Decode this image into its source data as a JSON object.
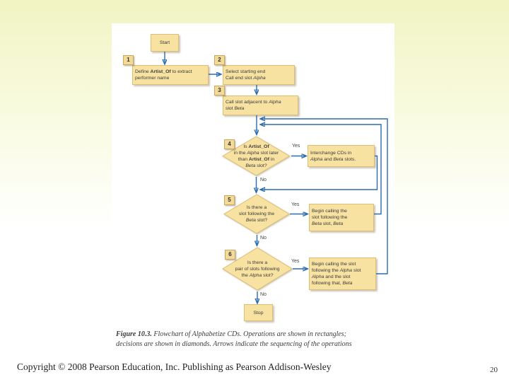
{
  "slide": {
    "footer": "Copyright © 2008 Pearson Education, Inc. Publishing as Pearson Addison-Wesley",
    "page_number": "20"
  },
  "colors": {
    "background_top": "#f1f4c3",
    "panel": "#ffffff",
    "node_fill": "#f8e2a2",
    "node_border": "#dcbe74",
    "connector_blue": "#2b6dad",
    "text": "#3a3a3a"
  },
  "figure": {
    "caption": [
      {
        "t": "Figure 10.3.",
        "s": "bi"
      },
      {
        "t": " Flowchart of Alphabetize CDs. Operations are shown in rectangles;\ndecisions are shown in diamonds. Arrows indicate the sequencing of the operations",
        "s": "i"
      }
    ],
    "flowchart": {
      "start_label": "Start",
      "stop_label": "Stop",
      "labels": {
        "yes": "Yes",
        "no": "No"
      },
      "badges": {
        "b1": "1",
        "b2": "2",
        "b3": "3",
        "b4": "4",
        "b5": "5",
        "b6": "6"
      },
      "box1": [
        {
          "t": "Define "
        },
        {
          "t": "Artist_Of",
          "s": "b"
        },
        {
          "t": " to extract\nperformer name"
        }
      ],
      "box2": [
        {
          "t": "Select starting end\nCall end slot "
        },
        {
          "t": "Alpha",
          "s": "i"
        }
      ],
      "box3": [
        {
          "t": "Call slot adjacent to "
        },
        {
          "t": "Alpha",
          "s": "i"
        },
        {
          "t": "\nslot "
        },
        {
          "t": "Beta",
          "s": "i"
        }
      ],
      "d4": [
        {
          "t": "Is "
        },
        {
          "t": "Artist_Of",
          "s": "b"
        },
        {
          "t": "\nin the "
        },
        {
          "t": "Alpha",
          "s": "i"
        },
        {
          "t": " slot later\nthan "
        },
        {
          "t": "Artist_Of",
          "s": "b"
        },
        {
          "t": " in\n"
        },
        {
          "t": "Beta",
          "s": "i"
        },
        {
          "t": " slot?"
        }
      ],
      "d4_yes": [
        {
          "t": "Interchange CDs in\n"
        },
        {
          "t": "Alpha",
          "s": "i"
        },
        {
          "t": " and "
        },
        {
          "t": "Beta",
          "s": "i"
        },
        {
          "t": " slots."
        }
      ],
      "d5": [
        {
          "t": "Is there a\nslot following the\n"
        },
        {
          "t": "Beta",
          "s": "i"
        },
        {
          "t": " slot?"
        }
      ],
      "d5_yes": [
        {
          "t": "Begin calling the\nslot following the\n"
        },
        {
          "t": "Beta",
          "s": "i"
        },
        {
          "t": " slot, "
        },
        {
          "t": "Beta",
          "s": "i"
        }
      ],
      "d6": [
        {
          "t": "Is there a\npair of slots following\nthe "
        },
        {
          "t": "Alpha",
          "s": "i"
        },
        {
          "t": " slot?"
        }
      ],
      "d6_yes": [
        {
          "t": "Begin calling the slot\nfollowing the "
        },
        {
          "t": "Alpha",
          "s": "i"
        },
        {
          "t": " slot\n"
        },
        {
          "t": "Alpha",
          "s": "i"
        },
        {
          "t": " and the slot\nfollowing that, "
        },
        {
          "t": "Beta",
          "s": "i"
        }
      ]
    }
  }
}
